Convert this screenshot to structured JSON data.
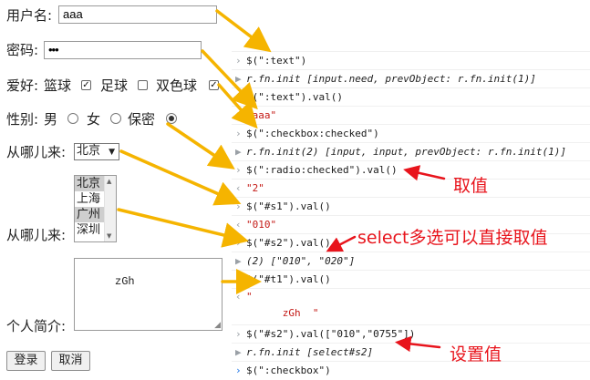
{
  "form": {
    "username": {
      "label": "用户名:",
      "value": "aaa"
    },
    "password": {
      "label": "密码:",
      "value": "•••"
    },
    "hobby": {
      "label": "爱好:",
      "options": [
        {
          "label": "篮球",
          "checked": true
        },
        {
          "label": "足球",
          "checked": false
        },
        {
          "label": "双色球",
          "checked": true
        }
      ]
    },
    "gender": {
      "label": "性别:",
      "options": [
        {
          "label": "男",
          "checked": false
        },
        {
          "label": "女",
          "checked": false
        },
        {
          "label": "保密",
          "checked": true
        }
      ]
    },
    "from1": {
      "label": "从哪儿来:",
      "selected": "北京"
    },
    "from2": {
      "label": "从哪儿来:",
      "options": [
        "北京",
        "上海",
        "广州",
        "深圳"
      ],
      "selected": [
        "北京",
        "广州"
      ]
    },
    "intro": {
      "label": "个人简介:",
      "value": "zGh"
    },
    "login_label": "登录",
    "cancel_label": "取消"
  },
  "console": {
    "lines": [
      {
        "kind": "input",
        "text": "$(\":text\")"
      },
      {
        "kind": "object",
        "text": "r.fn.init [input.need, prevObject: r.fn.init(1)]"
      },
      {
        "kind": "input",
        "text": "$(\":text\").val()"
      },
      {
        "kind": "string",
        "text": "\"aaa\""
      },
      {
        "kind": "input",
        "text": "$(\":checkbox:checked\")"
      },
      {
        "kind": "object",
        "text": "r.fn.init(2) [input, input, prevObject: r.fn.init(1)]"
      },
      {
        "kind": "input",
        "text": "$(\":radio:checked\").val()"
      },
      {
        "kind": "string",
        "text": "\"2\""
      },
      {
        "kind": "input",
        "text": "$(\"#s1\").val()"
      },
      {
        "kind": "string",
        "text": "\"010\""
      },
      {
        "kind": "input",
        "text": "$(\"#s2\").val()"
      },
      {
        "kind": "object",
        "text": "(2) [\"010\", \"020\"]"
      },
      {
        "kind": "input",
        "text": "$(\"#t1\").val()"
      },
      {
        "kind": "string",
        "text": "\"\n      zGh  \""
      },
      {
        "kind": "input",
        "text": "$(\"#s2\").val([\"010\",\"0755\"])"
      },
      {
        "kind": "object",
        "text": "r.fn.init [select#s2]"
      },
      {
        "kind": "input",
        "text": "$(\":checkbox\")"
      }
    ]
  },
  "annotations": {
    "get_value": "取值",
    "select_multi": "select多选可以直接取值",
    "set_value": "设置值"
  },
  "colors": {
    "arrow": "#f5b400",
    "annotation": "#e8141c",
    "string": "#c41a16"
  }
}
